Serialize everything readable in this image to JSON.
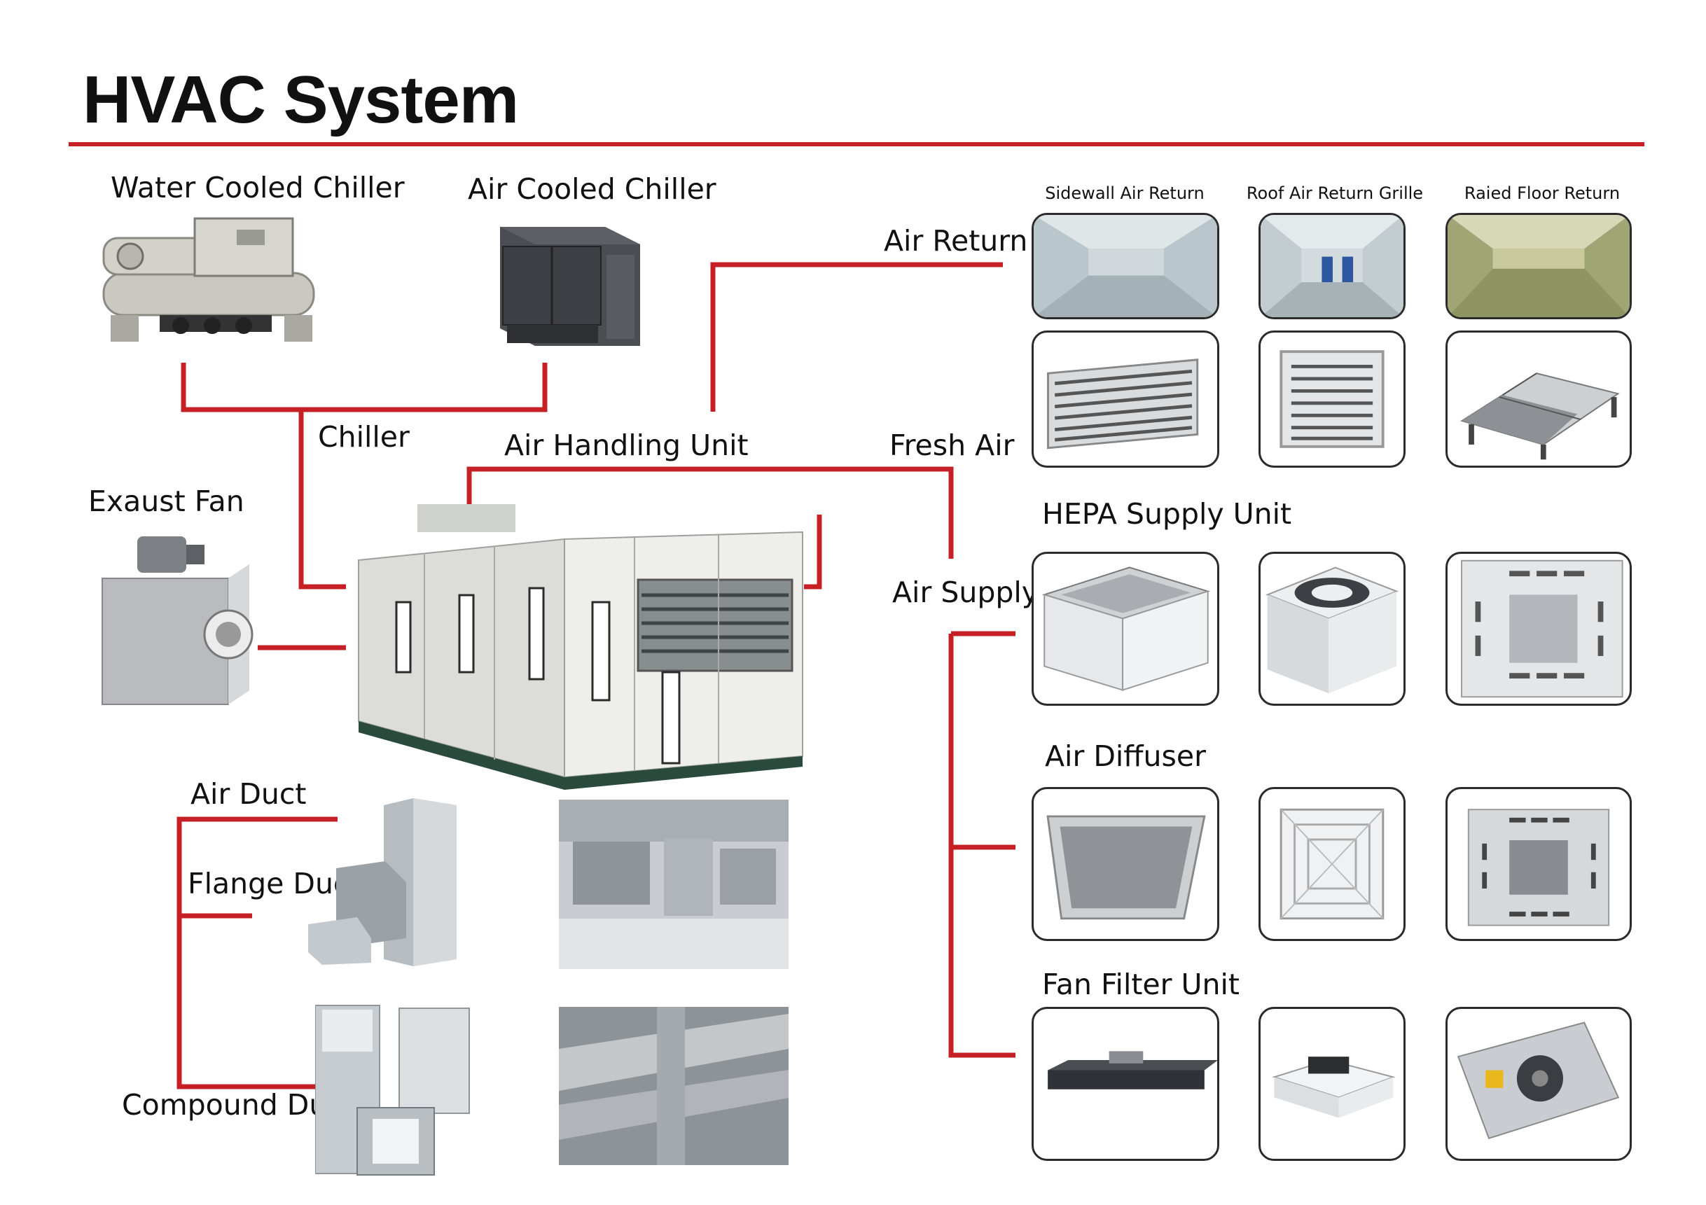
{
  "title": "HVAC System",
  "colors": {
    "accent": "#c62026",
    "line": "#c62026",
    "tile_border": "#2b2b2b"
  },
  "labels": {
    "water_cooled_chiller": "Water Cooled Chiller",
    "air_cooled_chiller": "Air Cooled Chiller",
    "chiller": "Chiller",
    "air_handling_unit": "Air Handling Unit",
    "fresh_air": "Fresh Air",
    "air_return": "Air Return",
    "exaust_fan": "Exaust Fan",
    "air_supply": "Air Supply",
    "air_duct": "Air Duct",
    "flange_duct": "Flange Duct",
    "compound_duct": "Compound Duct",
    "hepa_supply_unit": "HEPA Supply Unit",
    "air_diffuser": "Air Diffuser",
    "fan_filter_unit": "Fan Filter Unit"
  },
  "return_columns": [
    "Sidewall Air Return",
    "Roof Air Return Grille",
    "Raied Floor Return"
  ]
}
